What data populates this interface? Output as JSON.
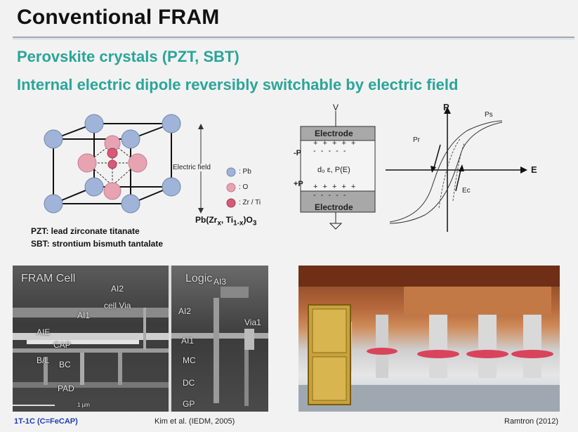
{
  "slide": {
    "title": "Conventional FRAM",
    "bullets": [
      "Perovskite crystals (PZT, SBT)",
      "Internal electric dipole reversibly switchable by electric field"
    ]
  },
  "crystal": {
    "electric_field_label": "Electric field",
    "legend": [
      {
        "label": ": Pb",
        "color": "#9fb4d8"
      },
      {
        "label": ": O",
        "color": "#e7a3b1"
      },
      {
        "label": ": Zr / Ti",
        "color": "#d85a75"
      }
    ],
    "notes": [
      "PZT: lead zirconate titanate",
      "SBT: strontium bismuth tantalate"
    ],
    "formula": {
      "prefix": "Pb(Zr",
      "sub1": "x",
      "mid": ", Ti",
      "sub2": "1-x",
      "suffix": ")O",
      "sub3": "3"
    }
  },
  "capacitor": {
    "v_label": "V",
    "top_electrode": "Electrode",
    "bottom_electrode": "Electrode",
    "minus_p": "-P",
    "plus_p": "+P",
    "center": "d₀ ε, P(E)",
    "top_charges": "+ + + + +",
    "minus_row": "- - - - -",
    "plus_row": "+ + + + +",
    "bottom_charges": "- - - - -"
  },
  "hysteresis": {
    "p_axis": "P",
    "e_axis": "E",
    "ps": "Ps",
    "pr": "Pr",
    "ec": "Ec"
  },
  "sem": {
    "left_title": "FRAM Cell",
    "right_title": "Logic",
    "labels": [
      "AI2",
      "cell Via",
      "AI1",
      "AIE",
      "CAP",
      "B/L",
      "BC",
      "PAD",
      "1 μm"
    ],
    "right_labels": [
      "AI3",
      "AI2",
      "Via1",
      "AI1",
      "MC",
      "DC",
      "GP"
    ]
  },
  "captions": {
    "left_blue": "1T-1C (C=FeCAP)",
    "left": "Kim et al. (IEDM, 2005)",
    "right": "Ramtron (2012)"
  }
}
